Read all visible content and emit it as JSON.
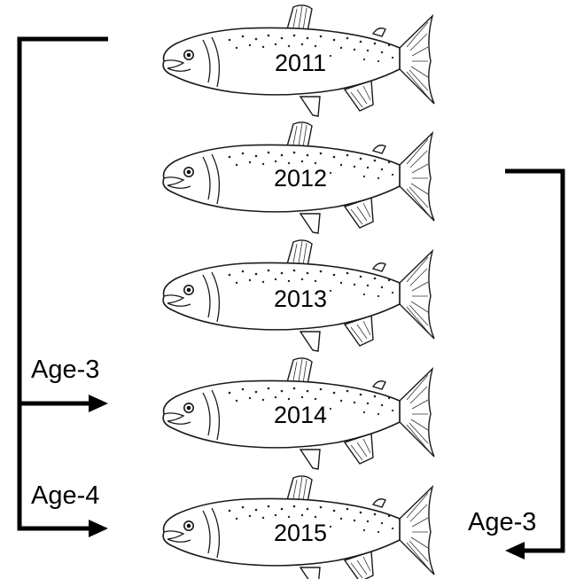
{
  "fish": [
    {
      "year": "2011"
    },
    {
      "year": "2012"
    },
    {
      "year": "2013"
    },
    {
      "year": "2014"
    },
    {
      "year": "2015"
    }
  ],
  "arrows": {
    "left_age3": "Age-3",
    "left_age4": "Age-4",
    "right_age3": "Age-3"
  },
  "colors": {
    "line": "#000000",
    "background": "#ffffff"
  },
  "icons": [
    "salmon-illustration"
  ]
}
